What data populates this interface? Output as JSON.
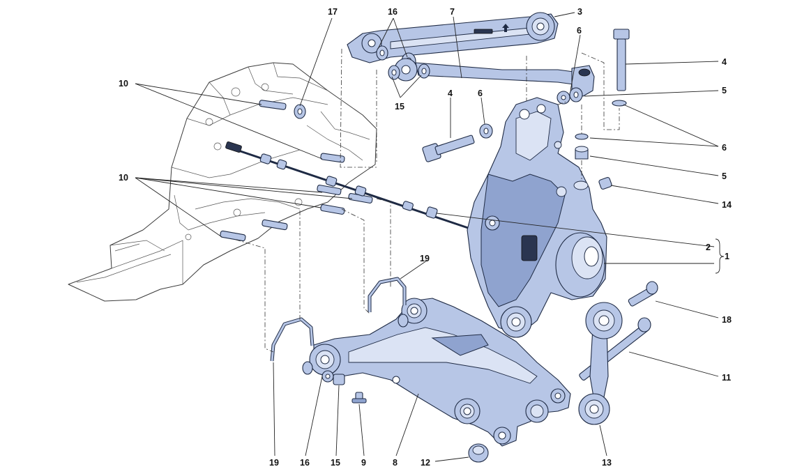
{
  "labels": {
    "l17": "17",
    "l16_top": "16",
    "l7": "7",
    "l3": "3",
    "l6_top": "6",
    "l4_right": "4",
    "l10_top": "10",
    "l4_mid": "4",
    "l6_mid": "6",
    "l5_top": "5",
    "l15_top": "15",
    "l6_right": "6",
    "l5_mid": "5",
    "l10_mid": "10",
    "l14": "14",
    "l2": "2",
    "l1": "1",
    "l19_mid": "19",
    "l18": "18",
    "l11": "11",
    "l19_bot": "19",
    "l16_bot": "16",
    "l15_bot": "15",
    "l9": "9",
    "l8": "8",
    "l12": "12",
    "l13": "13"
  },
  "colors": {
    "part_fill": "#b7c6e6",
    "part_outline": "#1e2a44",
    "frame_fill": "#ffffff"
  }
}
